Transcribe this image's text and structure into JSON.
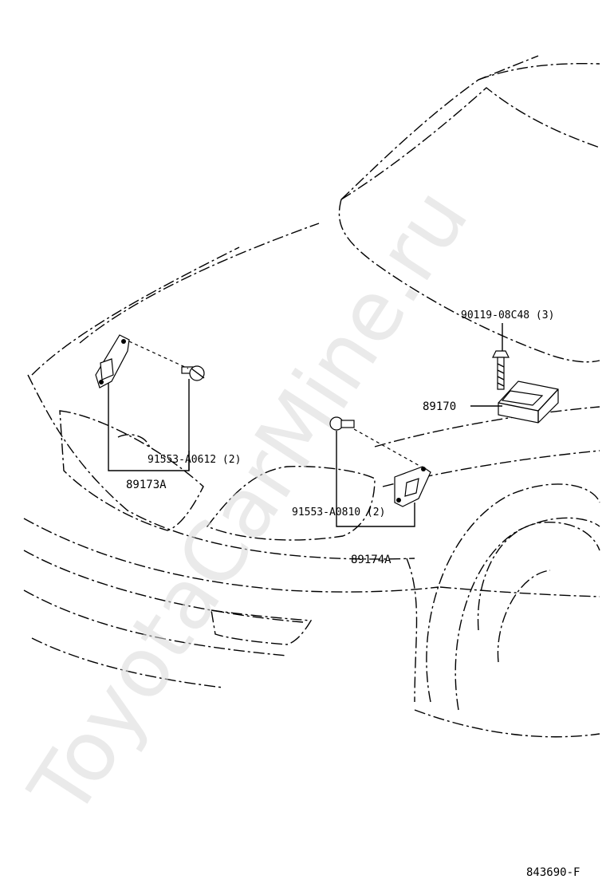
{
  "diagram": {
    "watermark": "ToyotaCarMine.ru",
    "drawing_code": "843690-F",
    "parts": [
      {
        "id": "p-90119",
        "label": "90119-08C48 (3)"
      },
      {
        "id": "p-89170",
        "label": "89170"
      },
      {
        "id": "p-91553-a0612",
        "label": "91553-A0612 (2)"
      },
      {
        "id": "p-89173a",
        "label": "89173A"
      },
      {
        "id": "p-91553-a0810",
        "label": "91553-A0810 (2)"
      },
      {
        "id": "p-89174a",
        "label": "89174A"
      }
    ]
  }
}
